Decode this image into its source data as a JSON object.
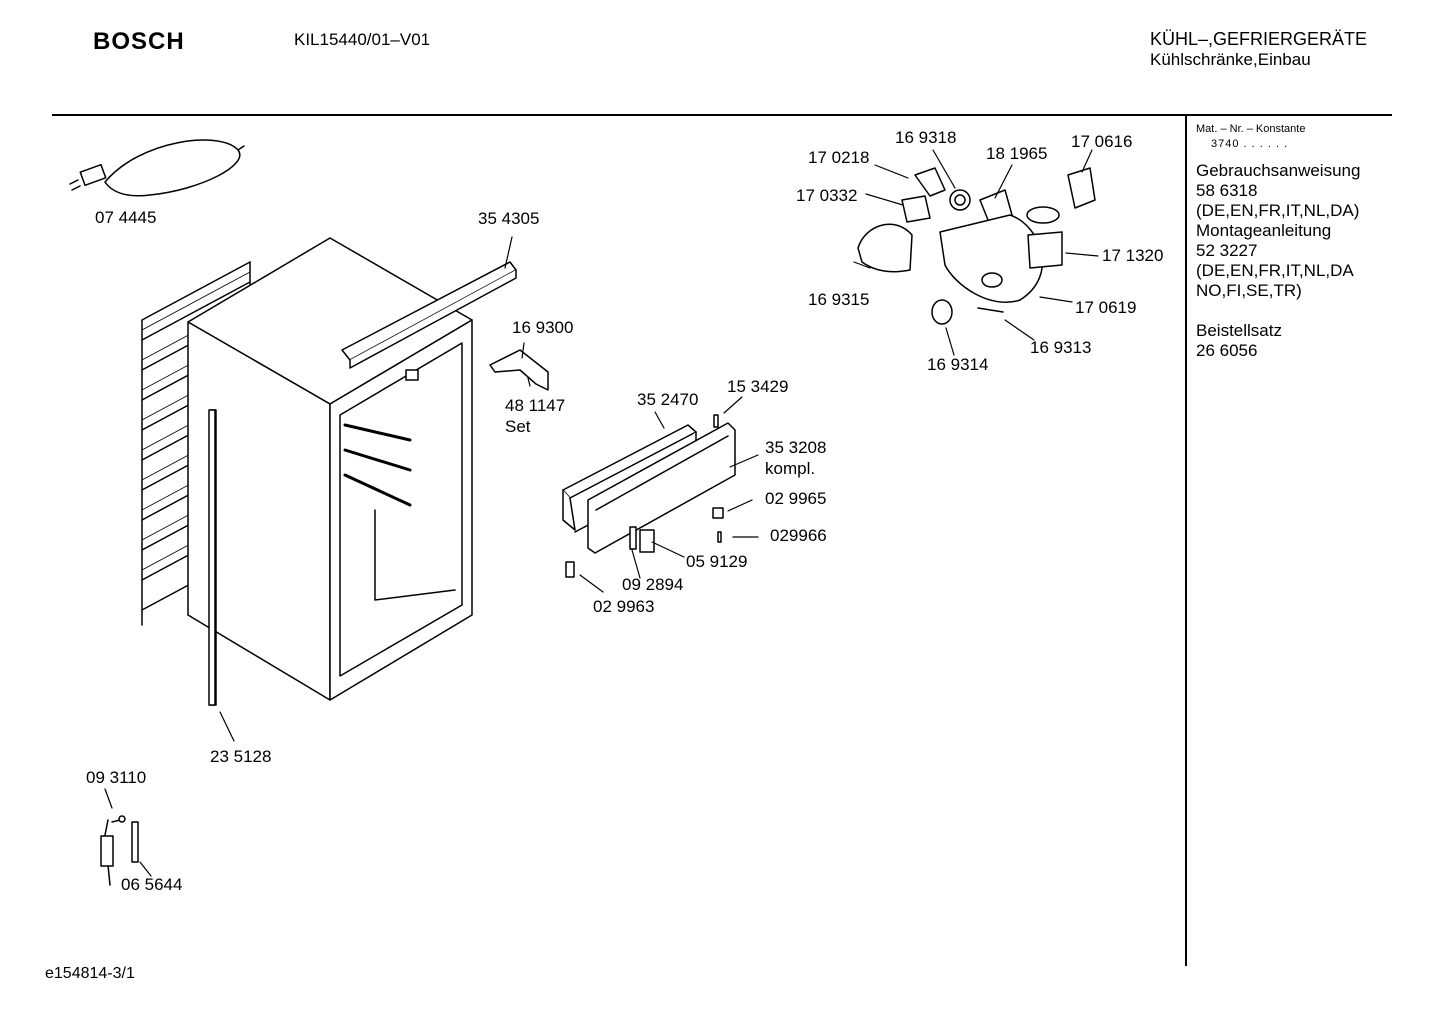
{
  "header": {
    "brand": "BOSCH",
    "model": "KIL15440/01–V01",
    "category_line1": "KÜHL–,GEFRIERGERÄTE",
    "category_line2": "Kühlschränke,Einbau"
  },
  "sidebar": {
    "mat_label": "Mat. – Nr. – Konstante",
    "mat_value": "3740  .  .  .  .  .  .",
    "items": [
      "Gebrauchsanweisung",
      "58 6318",
      "(DE,EN,FR,IT,NL,DA)",
      "Montageanleitung",
      "52 3227",
      "(DE,EN,FR,IT,NL,DA",
      "NO,FI,SE,TR)",
      "",
      "Beistellsatz",
      "26 6056"
    ]
  },
  "footer": {
    "code": "e154814-3/1"
  },
  "parts": [
    {
      "id": "p074445",
      "label": "07 4445"
    },
    {
      "id": "p354305",
      "label": "35 4305"
    },
    {
      "id": "p169300",
      "label": "16 9300"
    },
    {
      "id": "p481147",
      "label": "48 1147"
    },
    {
      "id": "p481147set",
      "label": "Set"
    },
    {
      "id": "p352470",
      "label": "35 2470"
    },
    {
      "id": "p153429",
      "label": "15 3429"
    },
    {
      "id": "p353208",
      "label": "35 3208"
    },
    {
      "id": "p353208k",
      "label": "kompl."
    },
    {
      "id": "p029965",
      "label": "02 9965"
    },
    {
      "id": "p029966",
      "label": "029966"
    },
    {
      "id": "p059129",
      "label": "05 9129"
    },
    {
      "id": "p092894",
      "label": "09 2894"
    },
    {
      "id": "p029963",
      "label": "02 9963"
    },
    {
      "id": "p235128",
      "label": "23 5128"
    },
    {
      "id": "p093110",
      "label": "09 3110"
    },
    {
      "id": "p065644",
      "label": "06 5644"
    },
    {
      "id": "p170218",
      "label": "17 0218"
    },
    {
      "id": "p169318",
      "label": "16 9318"
    },
    {
      "id": "p181965",
      "label": "18 1965"
    },
    {
      "id": "p170616",
      "label": "17 0616"
    },
    {
      "id": "p170332",
      "label": "17 0332"
    },
    {
      "id": "p171320",
      "label": "17 1320"
    },
    {
      "id": "p169315",
      "label": "16 9315"
    },
    {
      "id": "p170619",
      "label": "17 0619"
    },
    {
      "id": "p169313",
      "label": "16 9313"
    },
    {
      "id": "p169314",
      "label": "16 9314"
    }
  ]
}
